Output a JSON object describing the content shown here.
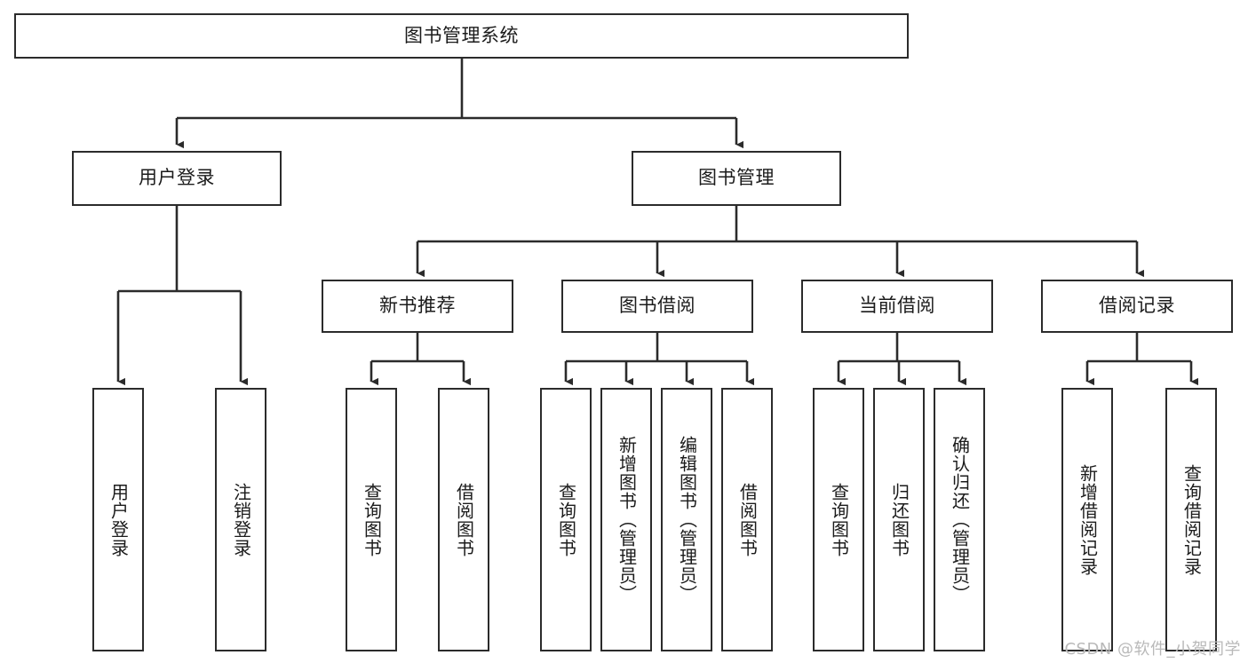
{
  "diagram": {
    "type": "tree-flowchart",
    "title": "图书管理系统",
    "orientation": "top-down",
    "colors": {
      "stroke": "#2b2b2b",
      "fill": "#ffffff",
      "text": "#1b1b1b",
      "watermark": "#b9b9b9"
    },
    "levels": {
      "root": {
        "label": "图书管理系统"
      },
      "level2": [
        {
          "id": "user-login",
          "label": "用户登录"
        },
        {
          "id": "book-manage",
          "label": "图书管理"
        }
      ],
      "level3": [
        {
          "id": "new-book-recommend",
          "label": "新书推荐",
          "parent": "book-manage"
        },
        {
          "id": "book-borrow",
          "label": "图书借阅",
          "parent": "book-manage"
        },
        {
          "id": "current-borrow",
          "label": "当前借阅",
          "parent": "book-manage"
        },
        {
          "id": "borrow-record",
          "label": "借阅记录",
          "parent": "book-manage"
        }
      ],
      "leaves": [
        {
          "id": "leaf-user-login",
          "label": "用户登录",
          "parent": "user-login"
        },
        {
          "id": "leaf-logout-login",
          "label": "注销登录",
          "parent": "user-login"
        },
        {
          "id": "leaf-query-book-1",
          "label": "查询图书",
          "parent": "new-book-recommend"
        },
        {
          "id": "leaf-borrow-book-1",
          "label": "借阅图书",
          "parent": "new-book-recommend"
        },
        {
          "id": "leaf-query-book-2",
          "label": "查询图书",
          "parent": "book-borrow"
        },
        {
          "id": "leaf-add-book",
          "label": "新增图书（管理员）",
          "parent": "book-borrow"
        },
        {
          "id": "leaf-edit-book",
          "label": "编辑图书（管理员）",
          "parent": "book-borrow"
        },
        {
          "id": "leaf-borrow-book-2",
          "label": "借阅图书",
          "parent": "book-borrow"
        },
        {
          "id": "leaf-query-book-3",
          "label": "查询图书",
          "parent": "current-borrow"
        },
        {
          "id": "leaf-return-book",
          "label": "归还图书",
          "parent": "current-borrow"
        },
        {
          "id": "leaf-confirm-return",
          "label": "确认归还（管理员）",
          "parent": "current-borrow"
        },
        {
          "id": "leaf-add-record",
          "label": "新增借阅记录",
          "parent": "borrow-record"
        },
        {
          "id": "leaf-query-record",
          "label": "查询借阅记录",
          "parent": "borrow-record"
        }
      ]
    }
  },
  "watermark": {
    "text": "CSDN @软件_小贺同学"
  }
}
